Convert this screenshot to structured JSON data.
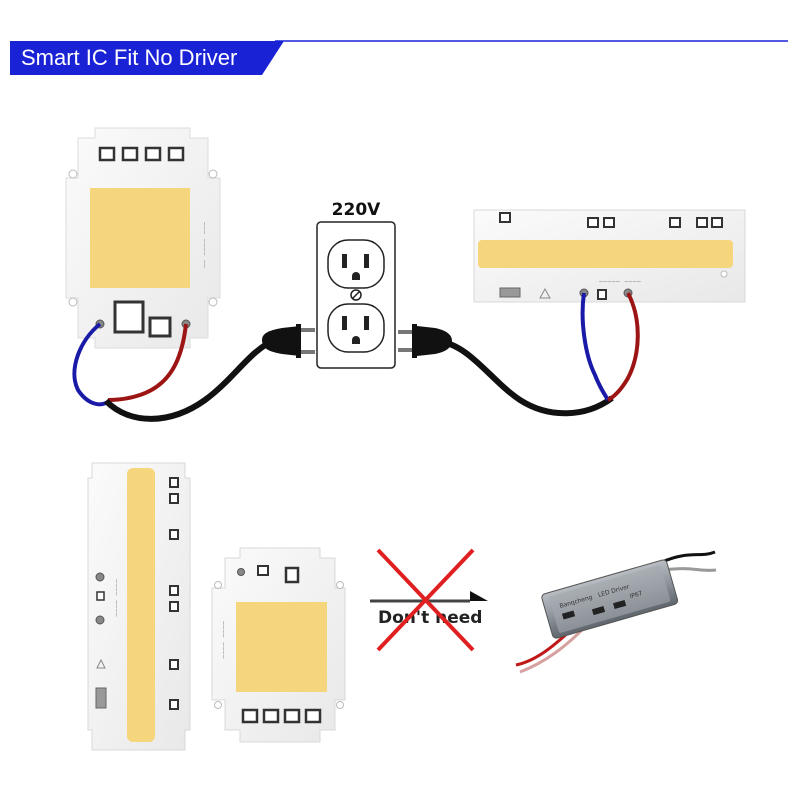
{
  "banner": {
    "title": "Smart IC Fit No Driver"
  },
  "outlet": {
    "voltage_label": "220V"
  },
  "no_driver": {
    "label": "Don't need"
  },
  "driver_box": {
    "brand": "Banqcheng",
    "line1": "LED Driver",
    "line2": "IP67"
  },
  "colors": {
    "banner_blue": "#1a22d6",
    "line_blue": "#1a22d6",
    "phosphor": "#f6d67c",
    "wire_blue": "#1a1aa8",
    "wire_red": "#9c1414",
    "cross_red": "#e02020"
  }
}
